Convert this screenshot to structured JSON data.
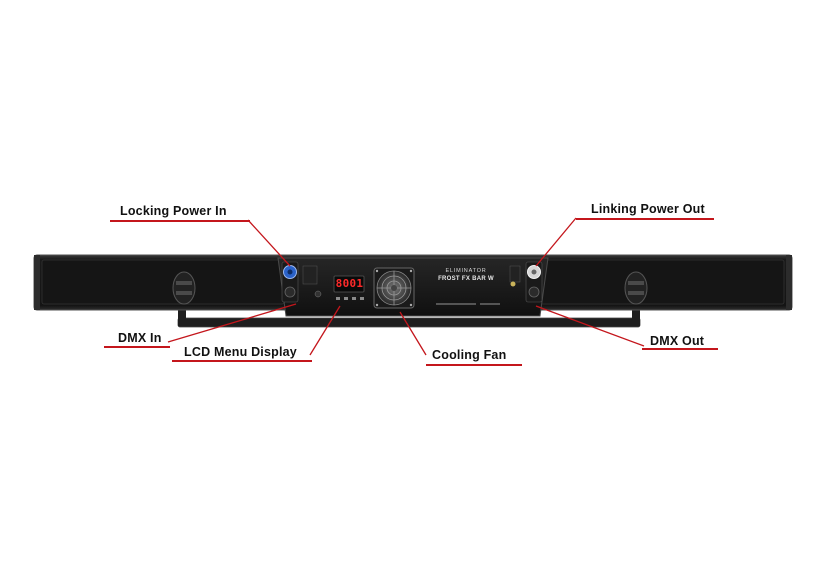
{
  "callouts": {
    "locking_power_in": "Locking Power In",
    "linking_power_out": "Linking Power Out",
    "dmx_in": "DMX In",
    "lcd_menu_display": "LCD Menu Display",
    "cooling_fan": "Cooling Fan",
    "dmx_out": "DMX Out"
  },
  "panel": {
    "brand": "ELIMINATOR",
    "model": "FROST FX BAR W",
    "lcd_readout": "8001"
  },
  "colors": {
    "leader_line": "#c4161c",
    "fixture_body": "#1c1c1c",
    "lcd_digits": "#ff2a2a",
    "power_connector": "#2a62c9"
  }
}
